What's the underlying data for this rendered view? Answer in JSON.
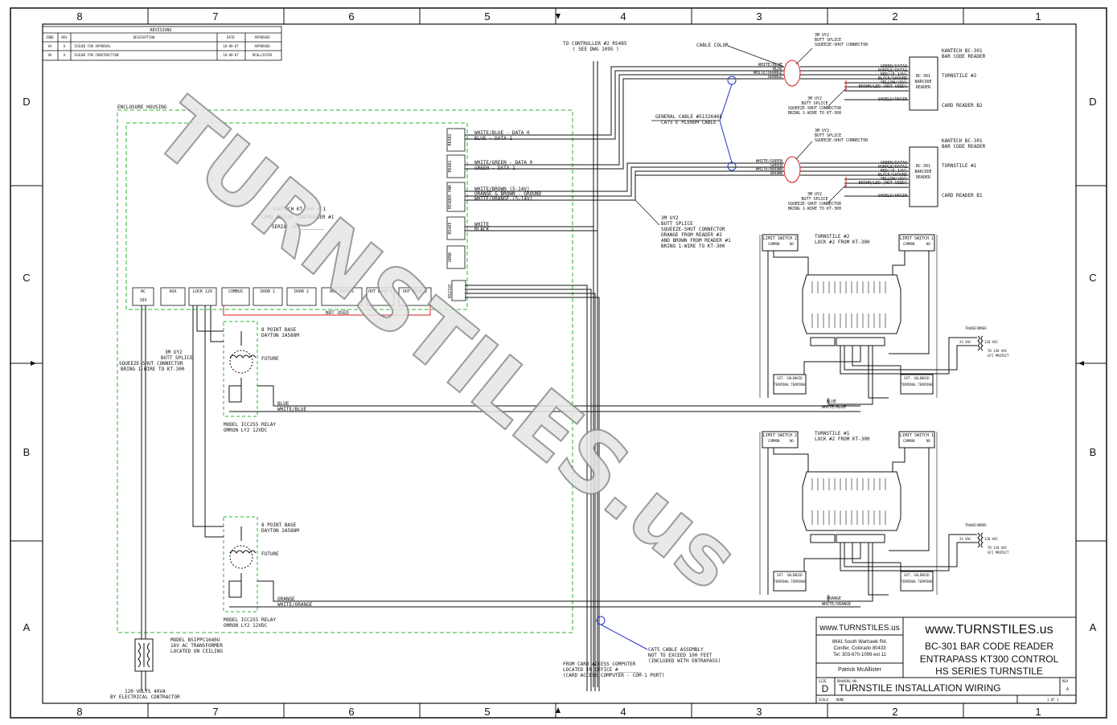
{
  "zones": {
    "columns": [
      "8",
      "7",
      "6",
      "5",
      "4",
      "3",
      "2",
      "1"
    ],
    "rows": [
      "D",
      "C",
      "B",
      "A"
    ]
  },
  "revisions": {
    "title": "REVISIONS",
    "headers": [
      "ZONE",
      "REV",
      "DESCRIPTION",
      "DATE",
      "APPROVED"
    ],
    "rows": [
      [
        "VA",
        "A",
        "ISSUED FOR APPROVAL",
        "10-09-07",
        "APPROVED"
      ],
      [
        "VA",
        "A",
        "ISSUED FOR CONSTRUCTION",
        "10-09-07",
        "MCALLISTER"
      ]
    ]
  },
  "labels": {
    "to_controller": "TO CONTROLLER #2 RS485",
    "see_dwg": "( SEE DWG 1095 )",
    "enclosure": "ENCLOSURE HOUSING",
    "kt300_title": "KANTECH KT-300 # 1",
    "kt300_sub": "CARD ACCESS CONTROLLER #1",
    "serial": "SERIAL NO.________",
    "not_used": "NOT USED",
    "cable_color": "CABLE COLOR",
    "general_cable_1": "GENERAL CABLE #5132646E",
    "general_cable_2": "CAT5 E PLENUM CABLE",
    "splice_mid_1": "3M UY2",
    "splice_mid_2": "BUTT SPLICE",
    "splice_mid_3": "SQUEEZE-SHUT CONNECTOR",
    "splice_mid_4": "ORANGE FROM READER #2",
    "splice_mid_5": "AND BROWN FROM READER #1",
    "splice_mid_6": "BRING 1-WIRE TO KT-300",
    "relay_splice_1": "3M UY2",
    "relay_splice_2": "BUTT SPLICE",
    "relay_splice_3": "SQUEEZE-SHUT CONNECTOR",
    "relay_splice_4": "BRING 1-WIRE TO KT-300",
    "from_computer_1": "FROM CARD ACCESS COMPUTER",
    "from_computer_2": "LOCATED IN OFFICE #________",
    "from_computer_3": "(CARD ACCESS COMPUTER - COM-1 PORT)",
    "cat5_1": "CAT5 CABLE ASSEMBLY",
    "cat5_2": "NOT TO EXCEED 100 FEET",
    "cat5_3": "(INCLUDED WITH ENTRAPASS)",
    "transformer_1": "MODEL BSIPPC1640U",
    "transformer_2": "16V AC TRANSFORMER",
    "transformer_3": "LOCATED ON CEILING",
    "power_1": "120 VOLTS 40VA",
    "power_2": "BY ELECTRICAL CONTRACTOR",
    "future": "FUTURE"
  },
  "readers": [
    {
      "kantech": "KANTECH BC-301",
      "bar_code": "BAR CODE READER",
      "turnstile": "TURNSTILE #2",
      "card_reader": "CARD READER B2",
      "box": [
        "BC-301",
        "BARCODE",
        "READER"
      ],
      "wires": [
        "GREEN/DATA0",
        "PURPLE/DATA1",
        "RED/(5-14V)",
        "BLACK/GROUND",
        "YELLOW/(5V)",
        "BROWN/LED (NOT USED)",
        "SHIELD/DRAIN"
      ],
      "colors": [
        "WHITE/BLUE",
        "BLUE",
        "WHITE/ORANGE",
        "ORANGE"
      ],
      "splice_top": [
        "3M UY2",
        "BUTT SPLICE",
        "SQUEEZE-SHUT CONNECTOR"
      ],
      "splice_bot": [
        "3M UY2",
        "BUTT SPLICE",
        "SQUEEZE-SHUT CONNECTOR",
        "BRING 1-WIRE TO KT-300"
      ]
    },
    {
      "kantech": "KANTECH BC-301",
      "bar_code": "BAR CODE READER",
      "turnstile": "TURNSTILE #1",
      "card_reader": "CARD READER B1",
      "box": [
        "BC-301",
        "BARCODE",
        "READER"
      ],
      "wires": [
        "GREEN/DATA0",
        "PURPLE/DATA1",
        "RED/(5-14V)",
        "BLACK/GROUND",
        "YELLOW/(5V)",
        "BROWN/LED (NOT USED)",
        "SHIELD/DRAIN"
      ],
      "colors": [
        "WHITE/GREEN",
        "GREEN",
        "WHITE/BROWN",
        "BROWN"
      ],
      "splice_top": [
        "3M UY2",
        "BUTT SPLICE",
        "SQUEEZE-SHUT CONNECTOR"
      ],
      "splice_bot": [
        "3M UY2",
        "BUTT SPLICE",
        "SQUEEZE-SHUT CONNECTOR",
        "BRING 1-WIRE TO KT-300"
      ]
    }
  ],
  "controller_ports": {
    "side": [
      "READ2",
      "READ1",
      "READER PWR",
      "RS485",
      "GRND",
      "RS232C"
    ],
    "bottom": [
      "AC",
      "AUX",
      "LOCK 12V",
      "COMBUS",
      "DOOR 1",
      "DOOR 2",
      "AUX INPUTS",
      "OUT DOOR 1",
      "OUT DOOR 2"
    ],
    "ac_value": "16V",
    "read2_wires": [
      "WHITE/BLUE - DATA 0",
      "BLUE - DATA 1"
    ],
    "read1_wires": [
      "WHITE/GREEN - DATA 0",
      "GREEN - DATA 1"
    ],
    "pwr_wires": [
      "WHITE/BROWN (5-14V)",
      "ORANGE & BROWN - GROUND",
      "WHITE/ORANGE (5-14V)"
    ],
    "rs485_wires": [
      "WHITE",
      "BLACK"
    ]
  },
  "relays": [
    {
      "base_1": "8 POINT BASE",
      "base_2": "DAYTON 2A588M",
      "model_1": "MODEL ICC255 RELAY",
      "model_2": "OMRON LY2 12VDC",
      "wire_1": "BLUE",
      "wire_2": "WHITE/BLUE"
    },
    {
      "base_1": "8 POINT BASE",
      "base_2": "DAYTON 2A588M",
      "model_1": "MODEL ICC255 RELAY",
      "model_2": "OMRON LY2 12VDC",
      "wire_1": "ORANGE",
      "wire_2": "WHITE/ORANGE"
    }
  ],
  "turnstiles": [
    {
      "title": "TURNSTILE #2",
      "sub": "LOCK #2 FROM KT-300",
      "ls2": "LIMIT SWITCH 2",
      "ls1": "LIMIT SWITCH 1",
      "common": "COMMON",
      "no": "NO",
      "ext": "EXT. SOLENOID",
      "terminal": "TERMINAL",
      "transformer": "TRANSFORMER",
      "v24": "24 VAC",
      "v120": "120 VAC",
      "to120_1": "TO 120 VAC",
      "to120_2": "GFI PROTECT",
      "wire_a": "BLUE",
      "wire_b": "WHITE/BLUE"
    },
    {
      "title": "TURNSTILE #1",
      "sub": "LOCK #2 FROM KT-300",
      "ls2": "LIMIT SWITCH 2",
      "ls1": "LIMIT SWITCH 1",
      "common": "COMMON",
      "no": "NO",
      "ext": "EXT. SOLENOID",
      "terminal": "TERMINAL",
      "transformer": "TRANSFORMER",
      "v24": "24 VAC",
      "v120": "120 VAC",
      "to120_1": "TO 120 VAC",
      "to120_2": "GFI PROTECT",
      "wire_a": "ORANGE",
      "wire_b": "WHITE/ORANGE"
    }
  ],
  "title_block": {
    "small_url": "www.TURNSTILES.us",
    "address_1": "8641 South Warhawk Rd.",
    "address_2": "Conifer, Colorado 80433",
    "tel": "Tel: 303-670-1099 ext 11",
    "person": "Patrick McAllister",
    "big_url": "www.TURNSTILES.us",
    "line1": "BC-301 BAR CODE READER",
    "line2": "ENTRAPASS KT300 CONTROL",
    "line3": "HS SERIES TURNSTILE",
    "size_label": "SIZE",
    "size": "D",
    "dwg_label": "DRAWING NO.",
    "drawing_title": "TURNSTILE INSTALLATION WIRING",
    "rev_label": "REV",
    "rev": "A",
    "scale_label": "SCALE",
    "scale": "NONE",
    "sheet": "1 OF 1"
  },
  "watermark": "TURNSTILES.us",
  "colors": {
    "green_dash": "#2db52d",
    "red": "#d42020",
    "blue": "#2233cc",
    "line": "#111111"
  }
}
